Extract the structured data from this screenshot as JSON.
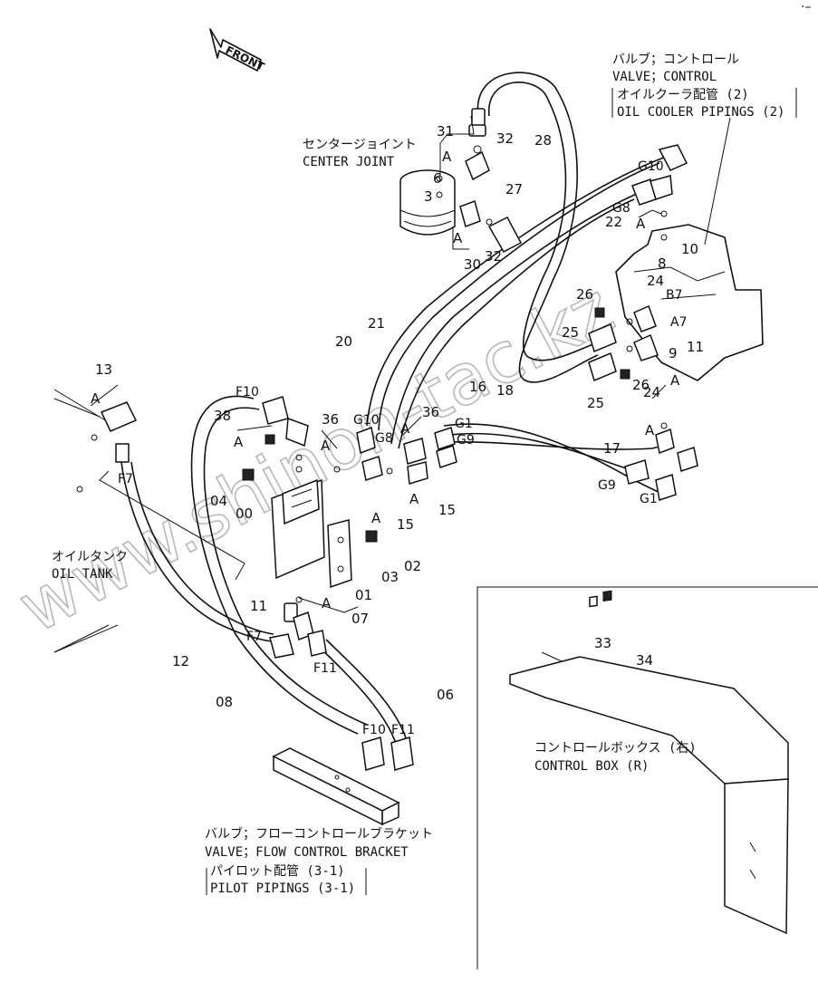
{
  "front_label": "FRONT",
  "watermark": "www.shinon-tac.kz",
  "captions": {
    "center_joint_jp": "センタージョイント",
    "center_joint_en": "CENTER JOINT",
    "valve_control_jp": "バルブ；コントロール",
    "valve_control_en": "VALVE；CONTROL",
    "oil_cooler_jp": "オイルクーラ配管 (2)",
    "oil_cooler_en": "OIL COOLER PIPINGS (2)",
    "oil_tank_jp": "オイルタンク",
    "oil_tank_en": "OIL TANK",
    "flow_bracket_jp": "バルブ；フローコントロールブラケット",
    "flow_bracket_en": "VALVE；FLOW CONTROL BRACKET",
    "pilot_jp": "パイロット配管 (3-1)",
    "pilot_en": "PILOT PIPINGS (3-1)",
    "control_box_jp": "コントロールボックス (右)",
    "control_box_en": "CONTROL BOX (R)"
  },
  "port_labels": {
    "g10_top": "G10",
    "g8_top": "G8",
    "f10_top": "F10",
    "g10_mid": "G10",
    "g8_mid": "G8",
    "g1_mid": "G1",
    "g9_mid": "G9",
    "g9_low": "G9",
    "g1_low": "G1",
    "f7_top": "F7",
    "f7_low": "F7",
    "f11_mid": "F11",
    "f10_bot": "F10",
    "f11_bot": "F11",
    "b7": "B7",
    "a7": "A7"
  },
  "part_numbers": {
    "n31": "31",
    "n32a": "32",
    "n28": "28",
    "n6": "6",
    "n3": "3",
    "n27": "27",
    "n30": "30",
    "n32b": "32",
    "n22": "22",
    "n8": "8",
    "n10": "10",
    "n24a": "24",
    "n26a": "26",
    "n25a": "25",
    "n9": "9",
    "n11a": "11",
    "n25b": "25",
    "n26b": "26",
    "n24b": "24",
    "n17": "17",
    "n21": "21",
    "n20": "20",
    "n16": "16",
    "n18": "18",
    "n13": "13",
    "n38": "38",
    "n36a": "36",
    "n36b": "36",
    "n04": "04",
    "n00": "00",
    "n15a": "15",
    "n15b": "15",
    "n02": "02",
    "n03": "03",
    "n01": "01",
    "n11b": "11",
    "n07": "07",
    "n12": "12",
    "n08": "08",
    "n06": "06",
    "n33": "33",
    "n34": "34"
  },
  "detail_letters": {
    "a1": "A",
    "a2": "A",
    "a3": "A",
    "a4": "A",
    "a5": "A",
    "a6": "A",
    "a7": "A",
    "a8": "A",
    "a9": "A",
    "a10": "A",
    "a11": "A",
    "a12": "A"
  }
}
